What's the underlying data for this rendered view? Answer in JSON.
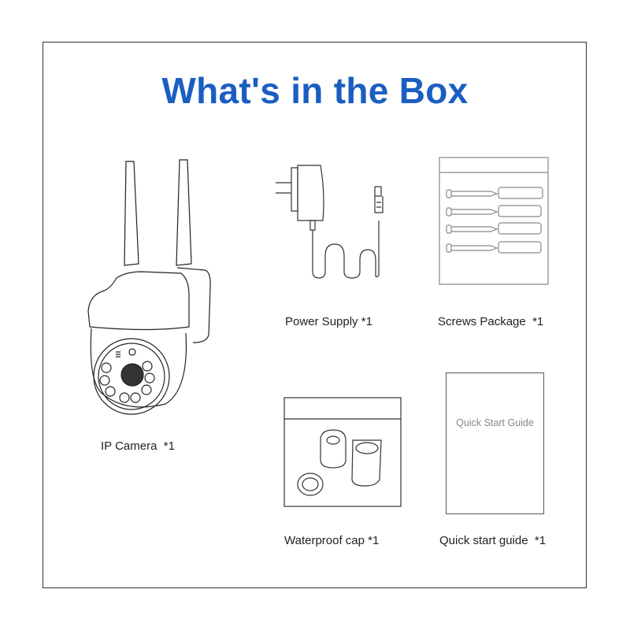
{
  "title": "What's in the Box",
  "items": [
    {
      "label": "IP Camera",
      "qty": "*1"
    },
    {
      "label": "Power Supply",
      "qty": "*1"
    },
    {
      "label": "Screws Package",
      "qty": "*1"
    },
    {
      "label": "Waterproof cap",
      "qty": "*1"
    },
    {
      "label": "Quick start guide",
      "qty": "*1"
    }
  ],
  "guide_cover_text": "Quick Start Guide",
  "colors": {
    "title": "#1b5ec2"
  }
}
